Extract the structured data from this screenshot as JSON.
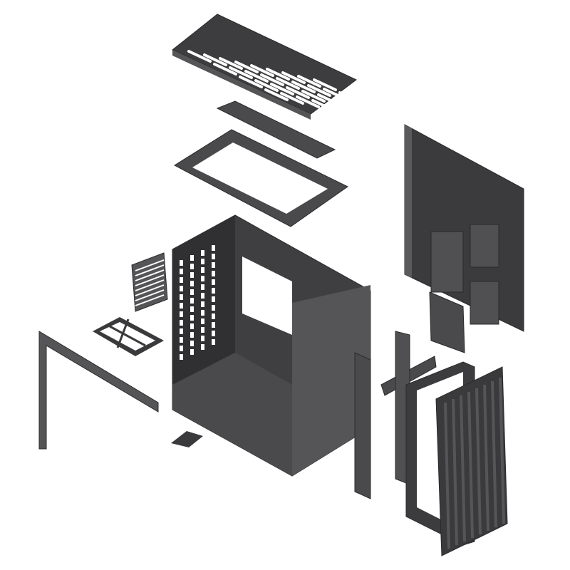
{
  "colors": {
    "background": "#ffffff",
    "metal_dark": "#3a3a3c",
    "metal_mid": "#4a4a4c",
    "metal_light": "#6a6a6c",
    "edge": "#2a2a2b"
  },
  "parts": [
    "top-mesh-panel",
    "top-bracket",
    "top-frame",
    "side-panel-right",
    "ssd-bracket",
    "pci-bracket",
    "dust-filter",
    "side-frame-left",
    "chassis",
    "front-frame",
    "front-bracket",
    "front-panel",
    "tool-part"
  ]
}
